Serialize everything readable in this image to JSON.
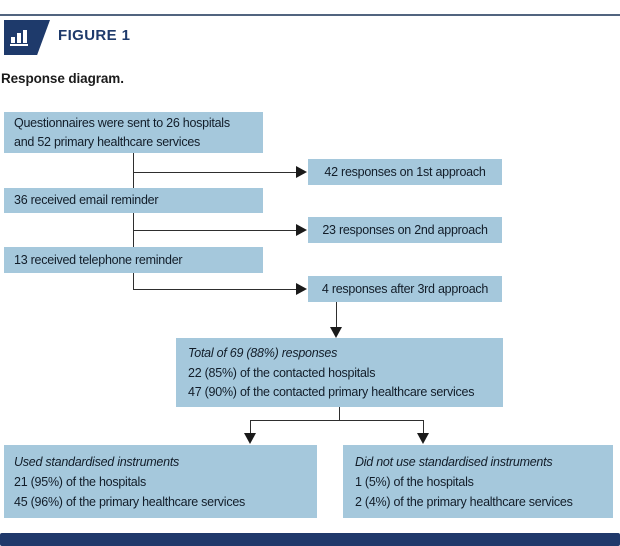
{
  "header": {
    "figure_label": "FIGURE 1",
    "icon": "bar-chart-icon",
    "caption": "Response diagram."
  },
  "diagram": {
    "boxes": {
      "sent": {
        "line1": "Questionnaires were sent to 26 hospitals",
        "line2": "and 52 primary healthcare services"
      },
      "response1": {
        "label": "42 responses on 1st approach"
      },
      "email_reminder": {
        "label": "36 received email reminder"
      },
      "response2": {
        "label": "23 responses on 2nd approach"
      },
      "telephone_reminder": {
        "label": "13 received telephone reminder"
      },
      "response3": {
        "label": "4 responses after 3rd approach"
      },
      "total": {
        "title": "Total of 69 (88%) responses",
        "line1": "22 (85%) of the contacted hospitals",
        "line2": "47 (90%) of the contacted primary healthcare services"
      },
      "used_instruments": {
        "title": "Used standardised instruments",
        "line1": "21 (95%) of the hospitals",
        "line2": "45 (96%) of the primary healthcare services"
      },
      "no_instruments": {
        "title": "Did not use standardised instruments",
        "line1": "1 (5%) of the hospitals",
        "line2": "2 (4%) of the primary healthcare services"
      }
    },
    "colors": {
      "box_fill": "#a5c8dc",
      "navy": "#1e3a6b",
      "connector": "#2e2e2e"
    }
  }
}
